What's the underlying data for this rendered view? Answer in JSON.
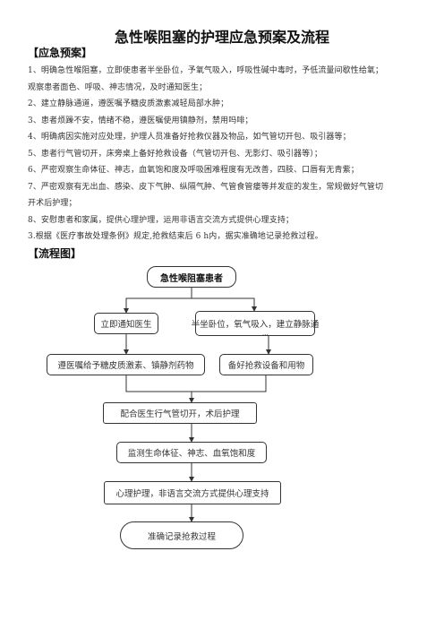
{
  "title": "急性喉阻塞的护理应急预案及流程",
  "plan_heading": "【应急预案】",
  "plan_items": [
    "1、明确急性喉阻塞，立即使患者半坐卧位，予氧气吸入，呼吸性碱中毒时，予低流量间歇性给氧；",
    "观察患者面色、呼吸、神志情况，及时通知医生；",
    "2、建立静脉通道，遵医嘱予糖皮质激素减轻局部水肿；",
    "3、患者烦躁不安，情绪不稳，遵医嘱使用镇静剂，禁用吗啡；",
    "4、明确病因实施对应处理，护理人员准备好抢救仪器及物品，如气管切开包、吸引器等；",
    "5、患者行气管切开，床旁桌上备好抢救设备（气管切开包、无影灯、吸引器等）；",
    "6、严密观察生命体征、神志，血氧饱和度及呼吸困难程度有无改善，四肢、口唇有无青紫；",
    "7、严密观察有无出血、感染、皮下气肿、纵隔气肿、气管食管瘘等并发症的发生，常规做好气管切",
    "开术后护理；",
    "8、安慰患者和家属，提供心理护理，运用非语言交流方式提供心理支持；",
    "3.根据《医疗事故处理条例》规定,抢救结束后 6 h内，据实准确地记录抢救过程。"
  ],
  "flow_heading": "【流程图】",
  "flow": {
    "start": "急性喉阻塞患者",
    "notify_doctor": "立即通知医生",
    "position_oxygen": "半坐卧位，氧气吸入，建立静脉通",
    "position_oxygen_more": "...",
    "medication": "遵医嘱给予糖皮质激素、镇静剂药物",
    "prepare_equipment": "备好抢救设备和用物",
    "tracheotomy": "配合医生行气管切开，术后护理",
    "monitor": "监测生命体征、神志、血氧饱和度",
    "psych_support": "心理护理，非语言交流方式提供心理支持",
    "record": "准确记录抢救过程"
  }
}
